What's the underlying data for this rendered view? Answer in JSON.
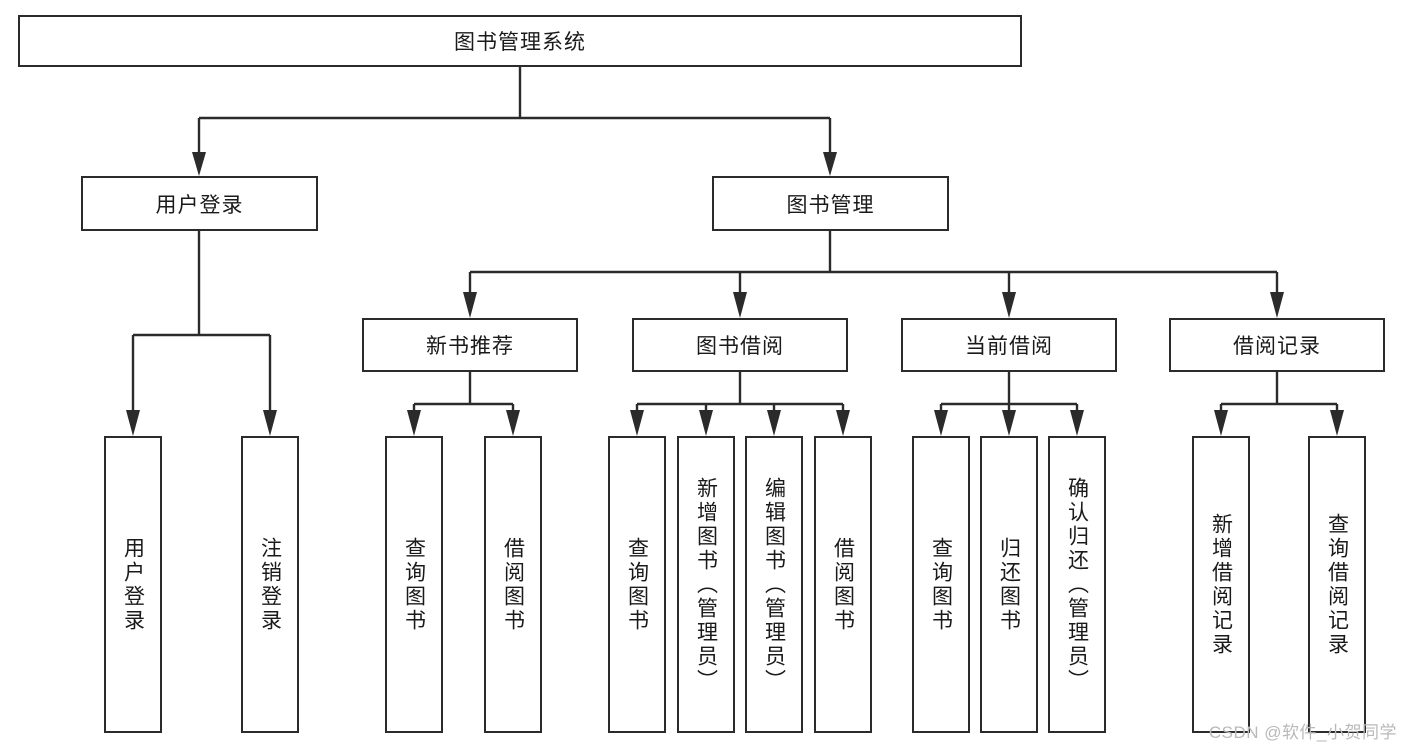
{
  "diagram": {
    "title": "图书管理系统",
    "type": "tree-hierarchy-diagram",
    "colors": {
      "stroke": "#2b2b2b",
      "background": "#ffffff",
      "text": "#1a1a1a",
      "watermark": "#b9b9b9"
    },
    "root": {
      "label": "图书管理系统"
    },
    "level1": [
      {
        "label": "用户登录"
      },
      {
        "label": "图书管理"
      }
    ],
    "level2": [
      {
        "label": "新书推荐"
      },
      {
        "label": "图书借阅"
      },
      {
        "label": "当前借阅"
      },
      {
        "label": "借阅记录"
      }
    ],
    "leaves": {
      "user_login": [
        {
          "label": "用户登录"
        },
        {
          "label": "注销登录"
        }
      ],
      "new_book_recommend": [
        {
          "label": "查询图书"
        },
        {
          "label": "借阅图书"
        }
      ],
      "book_borrow": [
        {
          "label": "查询图书"
        },
        {
          "label": "新增图书（管理员）"
        },
        {
          "label": "编辑图书（管理员）"
        },
        {
          "label": "借阅图书"
        }
      ],
      "current_borrow": [
        {
          "label": "查询图书"
        },
        {
          "label": "归还图书"
        },
        {
          "label": "确认归还（管理员）"
        }
      ],
      "borrow_record": [
        {
          "label": "新增借阅记录"
        },
        {
          "label": "查询借阅记录"
        }
      ]
    },
    "watermark": "CSDN @软件_小贺同学"
  }
}
